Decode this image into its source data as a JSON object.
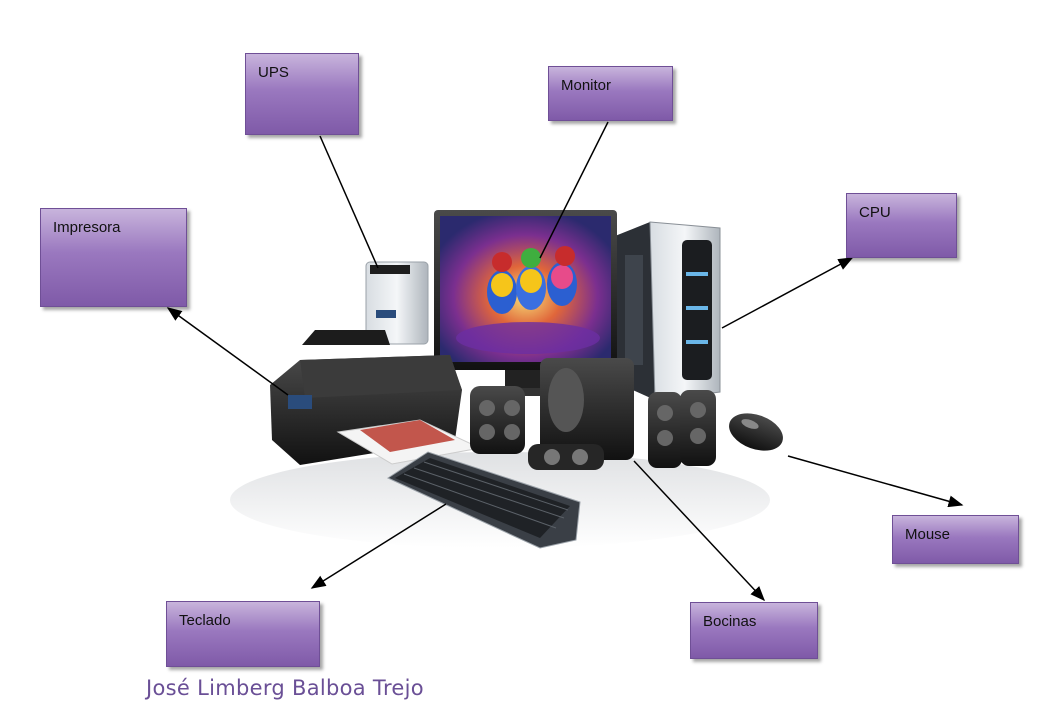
{
  "labels": {
    "ups": "UPS",
    "monitor": "Monitor",
    "cpu": "CPU",
    "impresora": "Impresora",
    "mouse": "Mouse",
    "teclado": "Teclado",
    "bocinas": "Bocinas"
  },
  "author": "José Limberg Balboa Trejo",
  "colors": {
    "box_top": "#c8b4dc",
    "box_bottom": "#7f5aa8",
    "author_text": "#6a4f96"
  }
}
